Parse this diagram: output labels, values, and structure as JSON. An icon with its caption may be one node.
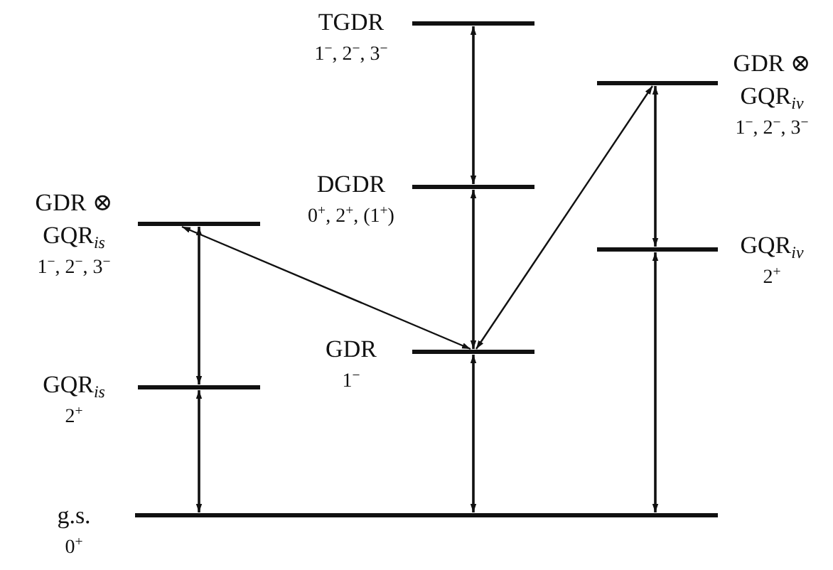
{
  "diagram": {
    "nodes": [
      {
        "text": [],
        "shape": "bar",
        "beside": [
          "g.s.",
          "0$^{+}$"
        ]
      },
      {
        "text": [],
        "shape": "bar",
        "beside": [
          "GQR$_{is}$",
          "2$^{+}$"
        ]
      },
      {
        "text": [],
        "shape": "bar",
        "beside": [
          "GDR ⊗",
          "GQR$_{is}$",
          "1$^{−}$, 2$^{−}$, 3$^{−}$"
        ]
      },
      {
        "text": [],
        "shape": "bar",
        "beside": [
          "GDR",
          "1$^{−}$"
        ]
      },
      {
        "text": [],
        "shape": "bar",
        "beside": [
          "DGDR",
          "0$^{+}$, 2$^{+}$, (1$^{+}$)"
        ]
      },
      {
        "text": [],
        "shape": "bar",
        "beside": [
          "TGDR",
          "1$^{−}$, 2$^{−}$, 3$^{−}$"
        ]
      },
      {
        "text": [],
        "shape": "bar",
        "beside": [
          "GQR$_{iv}$",
          "2$^{+}$"
        ]
      },
      {
        "text": [],
        "shape": "bar",
        "beside": [
          "GDR ⊗",
          "GQR$_{iv}$",
          "1$^{−}$, 2$^{−}$, 3$^{−}$"
        ]
      }
    ],
    "edges": [
      {
        "from": 0,
        "to": 1,
        "arrow": "both"
      },
      {
        "from": 1,
        "to": 2,
        "arrow": "both"
      },
      {
        "from": 0,
        "to": 3,
        "arrow": "both"
      },
      {
        "from": 3,
        "to": 4,
        "arrow": "both"
      },
      {
        "from": 4,
        "to": 5,
        "arrow": "both"
      },
      {
        "from": 0,
        "to": 6,
        "arrow": "both"
      },
      {
        "from": 6,
        "to": 7,
        "arrow": "both"
      },
      {
        "from": 3,
        "to": 2,
        "arrow": "both"
      },
      {
        "from": 3,
        "to": 7,
        "arrow": "both"
      }
    ]
  }
}
